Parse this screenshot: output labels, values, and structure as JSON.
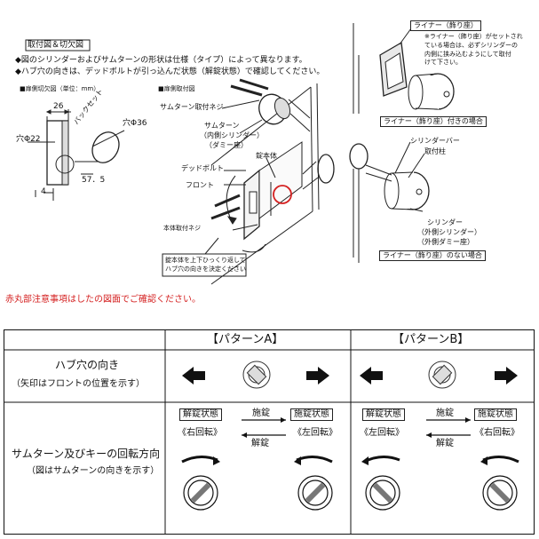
{
  "figure": {
    "title": "取付図＆切欠図",
    "notes": [
      "◆図のシリンダーおよびサムターンの形状は仕様（タイプ）によって異なります。",
      "◆ハブ穴の向きは、デッドボルトが引っ込んだ状態（解錠状態）で確認してください。"
    ],
    "cutout_heading": "■扉側切欠図（単位：mm）",
    "install_heading": "■扉側取付図",
    "dims": {
      "d26": "26",
      "backset": "バックセット",
      "phi36": "穴Φ36",
      "phi22": "穴Φ22",
      "d575": "57．5",
      "d4": "4"
    },
    "labels": {
      "thumbturn_screw": "サムターン取付ネジ",
      "thumbturn": "サムターン",
      "inner_cyl": "（内側シリンダー）",
      "dummy": "（ダミー座）",
      "lock_body": "錠本体",
      "deadbolt": "デッドボルト",
      "front": "フロント",
      "body_screw": "本体取付ネジ",
      "flip_note": "錠本体を上下ひっくり返して\nハブ穴の向きを決定ください",
      "liner": "ライナー（飾り座）",
      "liner_note": "※ライナー（飾り座）がセットされ\nている場合は、必ずシリンダーの\n内側に挟み込むようにして取付\nけて下さい。",
      "liner_with": "ライナー（飾り座）付きの場合",
      "cyl_bar": "シリンダーバー",
      "mount_post": "取付柱",
      "cylinder": "シリンダー",
      "outer_cyl": "（外側シリンダー）",
      "outer_dummy": "（外側ダミー座）",
      "liner_without": "ライナー（飾り座）のない場合"
    }
  },
  "notice": "赤丸部注意事項はしたの図面でご確認ください。",
  "table": {
    "pattern_a": "【パターンA】",
    "pattern_b": "【パターンB】",
    "row1_title": "ハブ穴の向き",
    "row1_sub": "（矢印はフロントの位置を示す）",
    "row2_title": "サムターン及びキーの回転方向",
    "row2_sub": "（図はサムターンの向きを示す）",
    "a": {
      "left_state": "解錠状態",
      "right_state": "施錠状態",
      "top_action": "施錠",
      "bottom_action": "解錠",
      "left_rot": "《右回転》",
      "right_rot": "《左回転》"
    },
    "b": {
      "left_state": "解錠状態",
      "right_state": "施錠状態",
      "top_action": "施錠",
      "bottom_action": "解錠",
      "left_rot": "《左回転》",
      "right_rot": "《右回転》"
    }
  }
}
